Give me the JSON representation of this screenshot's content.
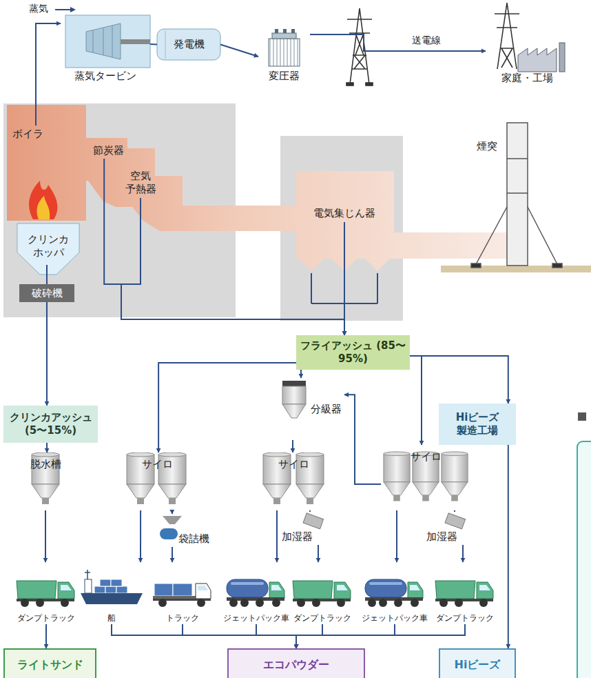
{
  "diagram": {
    "nodes": [
      {
        "text": [
          "蒸気タービン"
        ]
      },
      {
        "text": [
          "発電機"
        ]
      },
      {
        "text": [
          "変圧器"
        ]
      },
      {
        "text": [
          "家庭・工場"
        ]
      },
      {
        "text": [
          "ボイラ"
        ]
      },
      {
        "text": [
          "節炭器"
        ]
      },
      {
        "text": [
          "空気 予熱器"
        ]
      },
      {
        "text": [
          "電気集じん器"
        ]
      },
      {
        "text": [
          "煙突"
        ]
      },
      {
        "text": [
          "クリンカ ホッパ"
        ]
      },
      {
        "text": [
          "破砕機"
        ]
      },
      {
        "text": [
          "クリンカアッシュ (5〜15%)"
        ]
      },
      {
        "text": [
          "フライアッシュ (85〜95%)"
        ]
      },
      {
        "text": [
          "Hiビーズ 製造工場"
        ]
      },
      {
        "text": [
          "脱水槽"
        ]
      },
      {
        "text": [
          "サイロ"
        ]
      },
      {
        "text": [
          "分級器"
        ]
      },
      {
        "text": [
          "サイロ"
        ]
      },
      {
        "text": [
          "サイロ"
        ]
      },
      {
        "text": [
          "袋詰機"
        ]
      },
      {
        "text": [
          "加湿器"
        ]
      },
      {
        "text": [
          "加湿器"
        ]
      },
      {
        "text": [
          "ダンプトラック"
        ]
      },
      {
        "text": [
          "船"
        ]
      },
      {
        "text": [
          "トラック"
        ]
      },
      {
        "text": [
          "ジェットパック車"
        ]
      },
      {
        "text": [
          "ダンプトラック"
        ]
      },
      {
        "text": [
          "ジェットパック車"
        ]
      },
      {
        "text": [
          "ダンプトラック"
        ]
      },
      {
        "text": [
          "ライトサンド"
        ]
      },
      {
        "text": [
          "エコパウダー"
        ]
      },
      {
        "text": [
          "Hiビーズ"
        ]
      }
    ],
    "edges": [
      {
        "from": 4,
        "to": 0,
        "arrow": "to",
        "label": "蒸気"
      },
      {
        "from": 0,
        "to": 1,
        "arrow": "none"
      },
      {
        "from": 1,
        "to": 2,
        "arrow": "to"
      },
      {
        "from": 2,
        "to": 3,
        "arrow": "to",
        "label": "送電線"
      },
      {
        "from": 9,
        "to": 10,
        "arrow": "none"
      },
      {
        "from": 10,
        "to": 11,
        "arrow": "to"
      },
      {
        "from": 5,
        "to": 12,
        "arrow": "to"
      },
      {
        "from": 6,
        "to": 12,
        "arrow": "to"
      },
      {
        "from": 7,
        "to": 12,
        "arrow": "to"
      },
      {
        "from": 12,
        "to": 15,
        "arrow": "to"
      },
      {
        "from": 12,
        "to": 16,
        "arrow": "to"
      },
      {
        "from": 12,
        "to": 18,
        "arrow": "to"
      },
      {
        "from": 12,
        "to": 13,
        "arrow": "to"
      },
      {
        "from": 18,
        "to": 16,
        "arrow": "to"
      },
      {
        "from": 16,
        "to": 17,
        "arrow": "to"
      },
      {
        "from": 11,
        "to": 14,
        "arrow": "to"
      },
      {
        "from": 14,
        "to": 22,
        "arrow": "to"
      },
      {
        "from": 22,
        "to": 29,
        "arrow": "to"
      },
      {
        "from": 15,
        "to": 23,
        "arrow": "to"
      },
      {
        "from": 15,
        "to": 19,
        "arrow": "to"
      },
      {
        "from": 19,
        "to": 24,
        "arrow": "to"
      },
      {
        "from": 17,
        "to": 25,
        "arrow": "to"
      },
      {
        "from": 17,
        "to": 20,
        "arrow": "none"
      },
      {
        "from": 20,
        "to": 26,
        "arrow": "to"
      },
      {
        "from": 18,
        "to": 27,
        "arrow": "to"
      },
      {
        "from": 18,
        "to": 21,
        "arrow": "none"
      },
      {
        "from": 21,
        "to": 28,
        "arrow": "to"
      },
      {
        "from": 23,
        "to": 30,
        "arrow": "to"
      },
      {
        "from": 24,
        "to": 30,
        "arrow": "to"
      },
      {
        "from": 25,
        "to": 30,
        "arrow": "to"
      },
      {
        "from": 26,
        "to": 30,
        "arrow": "to"
      },
      {
        "from": 27,
        "to": 30,
        "arrow": "to"
      },
      {
        "from": 28,
        "to": 30,
        "arrow": "to"
      },
      {
        "from": 13,
        "to": 31,
        "arrow": "to"
      }
    ]
  }
}
